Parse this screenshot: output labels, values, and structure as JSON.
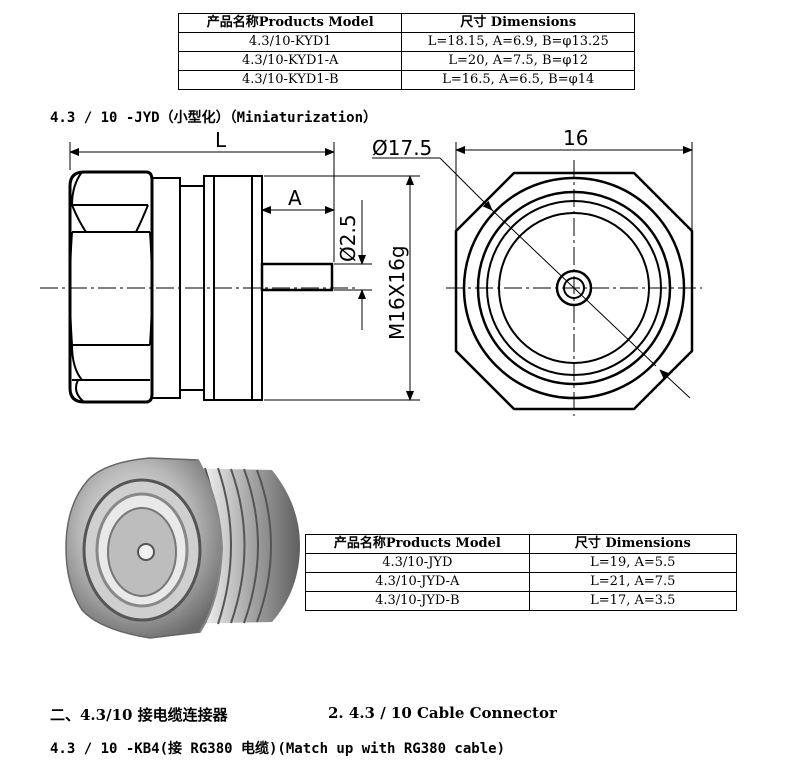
{
  "table1": {
    "header": [
      "产品名称Products Model",
      "尺寸 Dimensions"
    ],
    "rows": [
      [
        "4.3/10-KYD1",
        "L=18.15, A=6.9, B=φ13.25"
      ],
      [
        "4.3/10-KYD1-A",
        "L=20, A=7.5, B=φ12"
      ],
      [
        "4.3/10-KYD1-B",
        "L=16.5, A=6.5, B=φ14"
      ]
    ]
  },
  "section1_title": "4.3 / 10 -JYD（小型化）（Miniaturization）",
  "drawing": {
    "dim_L": "L",
    "dim_A": "A",
    "dim_pin": "Ø2.5",
    "dim_thread": "M16X16g",
    "dim_diameter": "Ø17.5",
    "dim_hex": "16"
  },
  "table2": {
    "header": [
      "产品名称Products Model",
      "尺寸 Dimensions"
    ],
    "rows": [
      [
        "4.3/10-JYD",
        "L=19, A=5.5"
      ],
      [
        "4.3/10-JYD-A",
        "L=21, A=7.5"
      ],
      [
        "4.3/10-JYD-B",
        "L=17, A=3.5"
      ]
    ]
  },
  "section2": {
    "title_cn": "二、4.3/10 接电缆连接器",
    "title_en": "2. 4.3 / 10 Cable Connector"
  },
  "section3_title": "4.3 / 10 -KB4(接 RG380 电缆)(Match up with RG380 cable)"
}
